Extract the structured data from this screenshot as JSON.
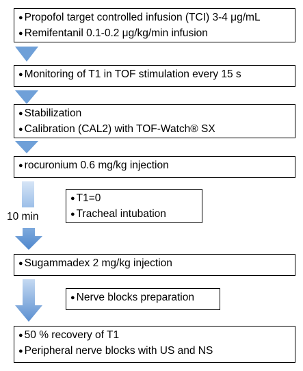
{
  "steps": [
    {
      "lines": [
        "Propofol target controlled infusion (TCI) 3-4 μg/mL",
        "Remifentanil 0.1-0.2 μg/kg/min infusion"
      ]
    },
    {
      "lines": [
        "Monitoring of T1 in TOF stimulation every 15 s"
      ]
    },
    {
      "lines": [
        "Stabilization",
        "Calibration (CAL2) with TOF-Watch® SX"
      ]
    },
    {
      "lines": [
        "rocuronium 0.6 mg/kg injection"
      ]
    },
    {
      "lines": [
        "T1=0",
        "Tracheal intubation"
      ]
    },
    {
      "lines": [
        "Sugammadex 2 mg/kg injection"
      ]
    },
    {
      "lines": [
        "Nerve blocks preparation"
      ]
    },
    {
      "lines": [
        "50 % recovery of T1",
        "Peripheral nerve blocks with US and NS"
      ]
    }
  ],
  "interval_label": "10 min",
  "colors": {
    "arrow_fill": "#6fa0d8",
    "arrow_light": "#b7d1ef",
    "border": "#000000"
  }
}
